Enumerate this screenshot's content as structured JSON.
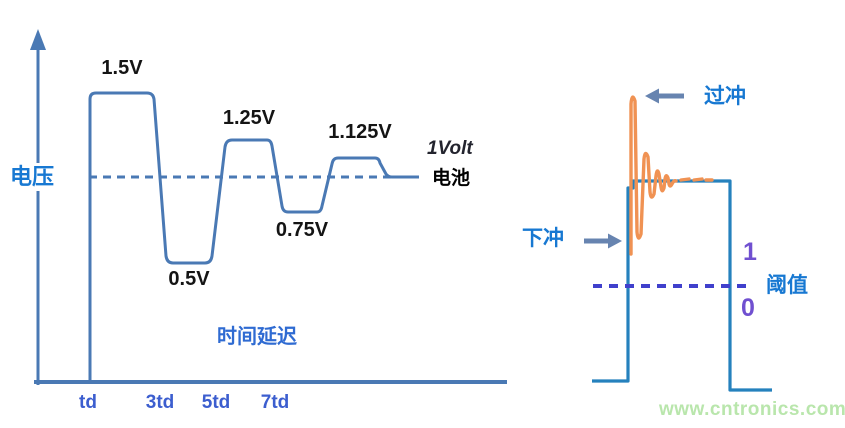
{
  "left_chart": {
    "y_axis_label": "电压",
    "x_axis_label": "时间延迟",
    "level_labels": [
      "1.5V",
      "0.5V",
      "1.25V",
      "0.75V",
      "1.125V"
    ],
    "level_values": [
      1.5,
      0.5,
      1.25,
      0.75,
      1.125
    ],
    "settle_value": 1,
    "reference": {
      "value_label": "1Volt",
      "name_label": "电池"
    },
    "x_ticks": [
      "td",
      "3td",
      "5td",
      "7td"
    ]
  },
  "right_chart": {
    "overshoot_label": "过冲",
    "undershoot_label": "下冲",
    "threshold_label": "阈值",
    "logic_high": "1",
    "logic_low": "0"
  },
  "watermark": "www.cntronics.com",
  "colors": {
    "left_waveform": "#4a79b4",
    "axis": "#4a79b4",
    "right_pulse": "#2581bd",
    "ringing_orange": "#f09253",
    "threshold_purple": "#4040cc",
    "label_blue": "#1778d2",
    "tick_blue": "#3c5ecf",
    "logic_purple": "#7050d0",
    "arrow_steel": "#6784b0",
    "watermark_green": "#b9e6ac"
  }
}
